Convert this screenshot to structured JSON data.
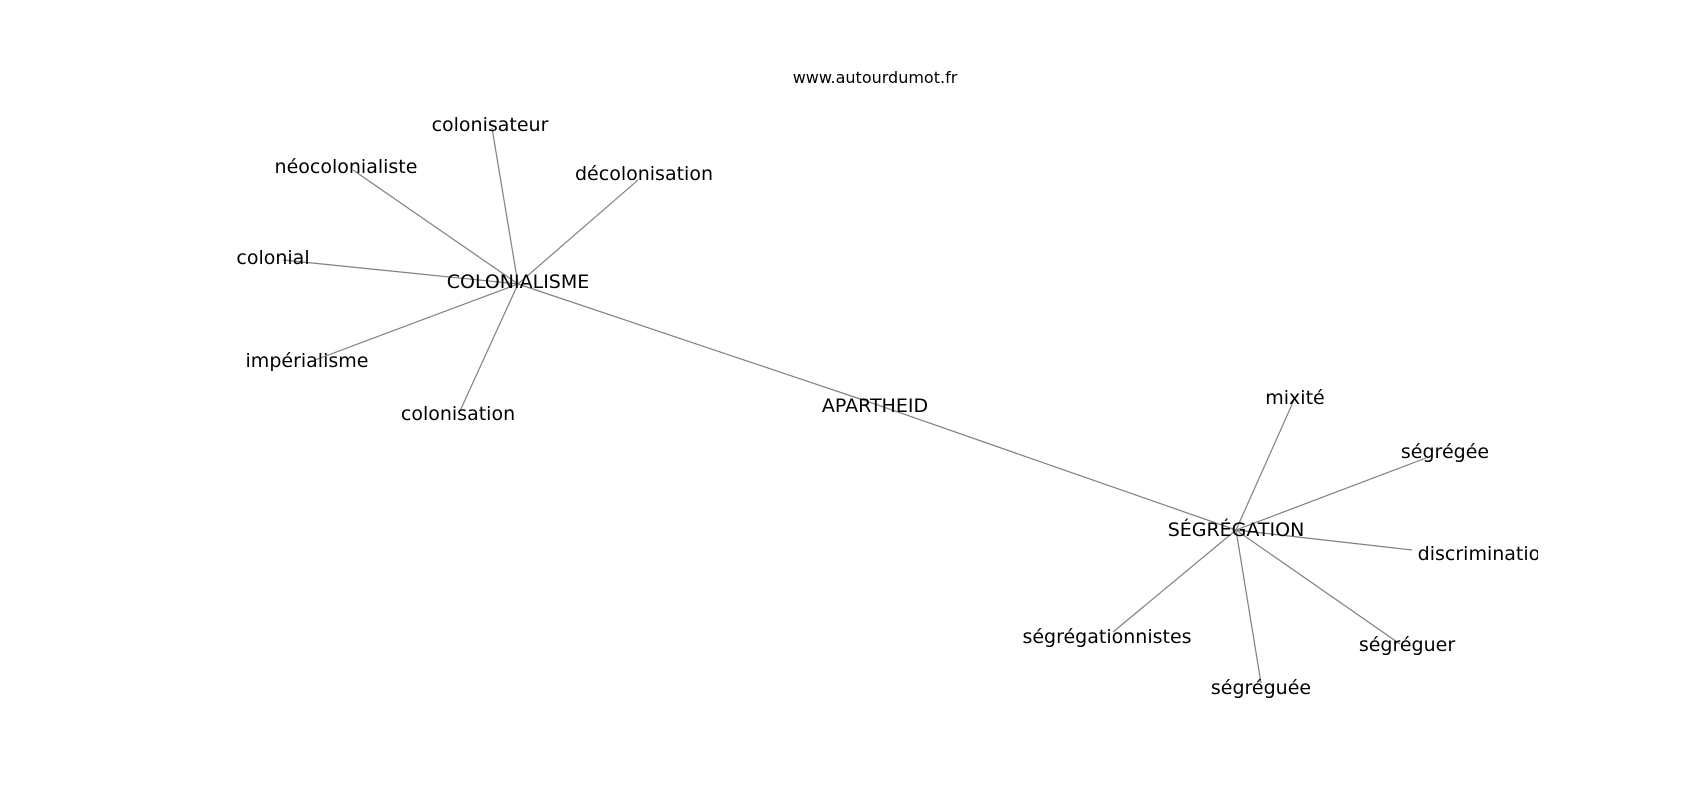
{
  "source": "www.autourdumot.fr",
  "colors": {
    "edge": "#808080",
    "text": "#000000",
    "background": "#ffffff"
  },
  "graph": {
    "nodes": [
      {
        "id": "apartheid",
        "label": "APARTHEID"
      },
      {
        "id": "colonialisme",
        "label": "COLONIALISME"
      },
      {
        "id": "segregation",
        "label": "SÉGRÉGATION"
      },
      {
        "id": "colonisateur",
        "label": "colonisateur"
      },
      {
        "id": "neocolonialiste",
        "label": "néocolonialiste"
      },
      {
        "id": "decolonisation",
        "label": "décolonisation"
      },
      {
        "id": "colonial",
        "label": "colonial"
      },
      {
        "id": "imperialisme",
        "label": "impérialisme"
      },
      {
        "id": "colonisation",
        "label": "colonisation"
      },
      {
        "id": "mixite",
        "label": "mixité"
      },
      {
        "id": "segregee",
        "label": "ségrégée"
      },
      {
        "id": "discrimination",
        "label": "discrimination"
      },
      {
        "id": "segregationnistes",
        "label": "ségrégationnistes"
      },
      {
        "id": "segreguer",
        "label": "ségréguer"
      },
      {
        "id": "segreguee",
        "label": "ségréguée"
      }
    ],
    "edges": [
      [
        "colonialisme",
        "apartheid"
      ],
      [
        "apartheid",
        "segregation"
      ],
      [
        "colonialisme",
        "colonisateur"
      ],
      [
        "colonialisme",
        "neocolonialiste"
      ],
      [
        "colonialisme",
        "decolonisation"
      ],
      [
        "colonialisme",
        "colonial"
      ],
      [
        "colonialisme",
        "imperialisme"
      ],
      [
        "colonialisme",
        "colonisation"
      ],
      [
        "segregation",
        "mixite"
      ],
      [
        "segregation",
        "segregee"
      ],
      [
        "segregation",
        "discrimination"
      ],
      [
        "segregation",
        "segregationnistes"
      ],
      [
        "segregation",
        "segreguer"
      ],
      [
        "segregation",
        "segreguee"
      ]
    ]
  }
}
